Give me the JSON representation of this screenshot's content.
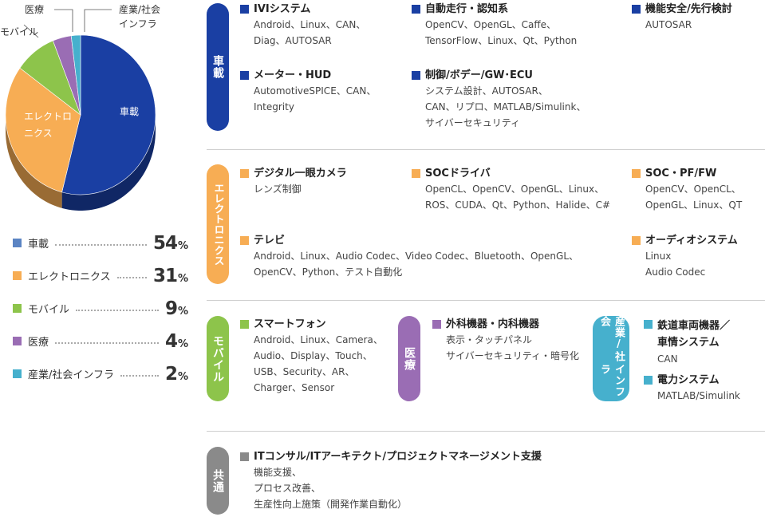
{
  "colors": {
    "vehicle": "#1a3fa3",
    "electronics": "#f7ad54",
    "mobile": "#8dc44b",
    "medical": "#9a6db4",
    "infra": "#46b0cd",
    "common": "#8a8a8a"
  },
  "chart_data": {
    "type": "pie",
    "slices": [
      {
        "label": "車載",
        "value": 54,
        "color": "#1a3fa3"
      },
      {
        "label": "エレクトロニクス",
        "value": 31,
        "color": "#f7ad54"
      },
      {
        "label": "モバイル",
        "value": 9,
        "color": "#8dc44b"
      },
      {
        "label": "医療",
        "value": 4,
        "color": "#9a6db4"
      },
      {
        "label": "産業/社会インフラ",
        "value": 2,
        "color": "#46b0cd"
      }
    ],
    "pie_labels": {
      "vehicle": "車載",
      "electronics": [
        "エレクトロ",
        "ニクス"
      ],
      "mobile": "モバイル",
      "medical": "医療",
      "infra": [
        "産業/社会",
        "インフラ"
      ]
    },
    "legend": [
      {
        "name": "車載",
        "num": "54",
        "pct": "%"
      },
      {
        "name": "エレクトロニクス",
        "num": "31",
        "pct": "%"
      },
      {
        "name": "モバイル",
        "num": "9",
        "pct": "%"
      },
      {
        "name": "医療",
        "num": "4",
        "pct": "%"
      },
      {
        "name": "産業/社会インフラ",
        "num": "2",
        "pct": "%"
      }
    ]
  },
  "sections": {
    "vehicle": {
      "tag": "車載",
      "items": [
        {
          "title": "IVIシステム",
          "body": "Android、Linux、CAN、\nDiag、AUTOSAR"
        },
        {
          "title": "自動走行・認知系",
          "body": "OpenCV、OpenGL、Caffe、\nTensorFlow、Linux、Qt、Python"
        },
        {
          "title": "機能安全/先行検討",
          "body": "AUTOSAR"
        },
        {
          "title": "メーター・HUD",
          "body": "AutomotiveSPICE、CAN、\nIntegrity"
        },
        {
          "title": "制御/ボデー/GW･ECU",
          "body": "システム設計、AUTOSAR、\nCAN、リプロ、MATLAB/Simulink、\nサイバーセキュリティ"
        }
      ]
    },
    "electronics": {
      "tag": "エレクトロニクス",
      "items": [
        {
          "title": "デジタル一眼カメラ",
          "body": "レンズ制御"
        },
        {
          "title": "SOCドライバ",
          "body": "OpenCL、OpenCV、OpenGL、Linux、\nROS、CUDA、Qt、Python、Halide、C#"
        },
        {
          "title": "SOC・PF/FW",
          "body": "OpenCV、OpenCL、\nOpenGL、Linux、QT"
        },
        {
          "title": "テレビ",
          "body": "Android、Linux、Audio Codec、Video Codec、Bluetooth、OpenGL、\nOpenCV、Python、テスト自動化"
        },
        {
          "title": "オーディオシステム",
          "body": "Linux\nAudio Codec"
        }
      ]
    },
    "mobile": {
      "tag": "モバイル",
      "items": [
        {
          "title": "スマートフォン",
          "body": "Android、Linux、Camera、\nAudio、Display、Touch、\nUSB、Security、AR、\nCharger、Sensor"
        }
      ]
    },
    "medical": {
      "tag": "医療",
      "items": [
        {
          "title": "外科機器・内科機器",
          "body": "表示・タッチパネル\nサイバーセキュリティ・暗号化"
        }
      ]
    },
    "infra": {
      "tag": "産業/社会インフラ",
      "tag_line1": "産業/社会",
      "tag_line2": "インフラ",
      "items": [
        {
          "title": "鉄道車両機器／\n車情システム",
          "body": "CAN"
        },
        {
          "title": "電力システム",
          "body": "MATLAB/Simulink"
        }
      ]
    },
    "common": {
      "tag": "共通",
      "items": [
        {
          "title": "ITコンサル/ITアーキテクト/プロジェクトマネージメント支援",
          "body": "機能支援、\nプロセス改善、\n生産性向上施策（開発作業自動化）"
        }
      ]
    }
  }
}
